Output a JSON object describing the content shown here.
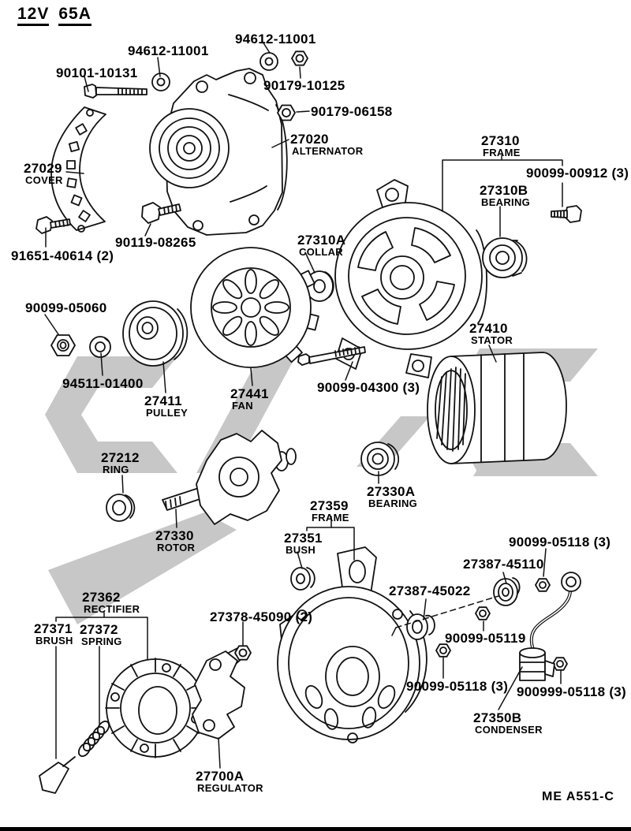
{
  "title": {
    "volt": "12V",
    "amp": "65A"
  },
  "footer_code": "ME  A551-C",
  "colors": {
    "ink": "#111111",
    "paper": "#ffffff",
    "watermark": "#c7c7c7"
  },
  "diagram": {
    "type": "exploded-parts-diagram",
    "subject": "alternator assembly"
  },
  "labels": [
    {
      "num": "94612-11001",
      "sub": ""
    },
    {
      "num": "94612-11001",
      "sub": ""
    },
    {
      "num": "90101-10131",
      "sub": ""
    },
    {
      "num": "90179-10125",
      "sub": ""
    },
    {
      "num": "90179-06158",
      "sub": ""
    },
    {
      "num": "27020",
      "sub": "ALTERNATOR"
    },
    {
      "num": "27310",
      "sub": "FRAME"
    },
    {
      "num": "90099-00912 (3)",
      "sub": ""
    },
    {
      "num": "27310B",
      "sub": "BEARING"
    },
    {
      "num": "27029",
      "sub": "COVER"
    },
    {
      "num": "90119-08265",
      "sub": ""
    },
    {
      "num": "91651-40614 (2)",
      "sub": ""
    },
    {
      "num": "27310A",
      "sub": "COLLAR"
    },
    {
      "num": "90099-05060",
      "sub": ""
    },
    {
      "num": "94511-01400",
      "sub": ""
    },
    {
      "num": "27411",
      "sub": "PULLEY"
    },
    {
      "num": "27441",
      "sub": "FAN"
    },
    {
      "num": "90099-04300 (3)",
      "sub": ""
    },
    {
      "num": "27410",
      "sub": "STATOR"
    },
    {
      "num": "27212",
      "sub": "RING"
    },
    {
      "num": "27330",
      "sub": "ROTOR"
    },
    {
      "num": "27330A",
      "sub": "BEARING"
    },
    {
      "num": "27359",
      "sub": "FRAME"
    },
    {
      "num": "27351",
      "sub": "BUSH"
    },
    {
      "num": "90099-05118 (3)",
      "sub": ""
    },
    {
      "num": "27387-45110",
      "sub": ""
    },
    {
      "num": "27387-45022",
      "sub": ""
    },
    {
      "num": "90099-05119",
      "sub": ""
    },
    {
      "num": "27362",
      "sub": "RECTIFIER"
    },
    {
      "num": "27371",
      "sub": "BRUSH"
    },
    {
      "num": "27372",
      "sub": "SPRING"
    },
    {
      "num": "27378-45090 (2)",
      "sub": ""
    },
    {
      "num": "90099-05118 (3)",
      "sub": ""
    },
    {
      "num": "900999-05118 (3)",
      "sub": ""
    },
    {
      "num": "27350B",
      "sub": "CONDENSER"
    },
    {
      "num": "27700A",
      "sub": "REGULATOR"
    }
  ]
}
